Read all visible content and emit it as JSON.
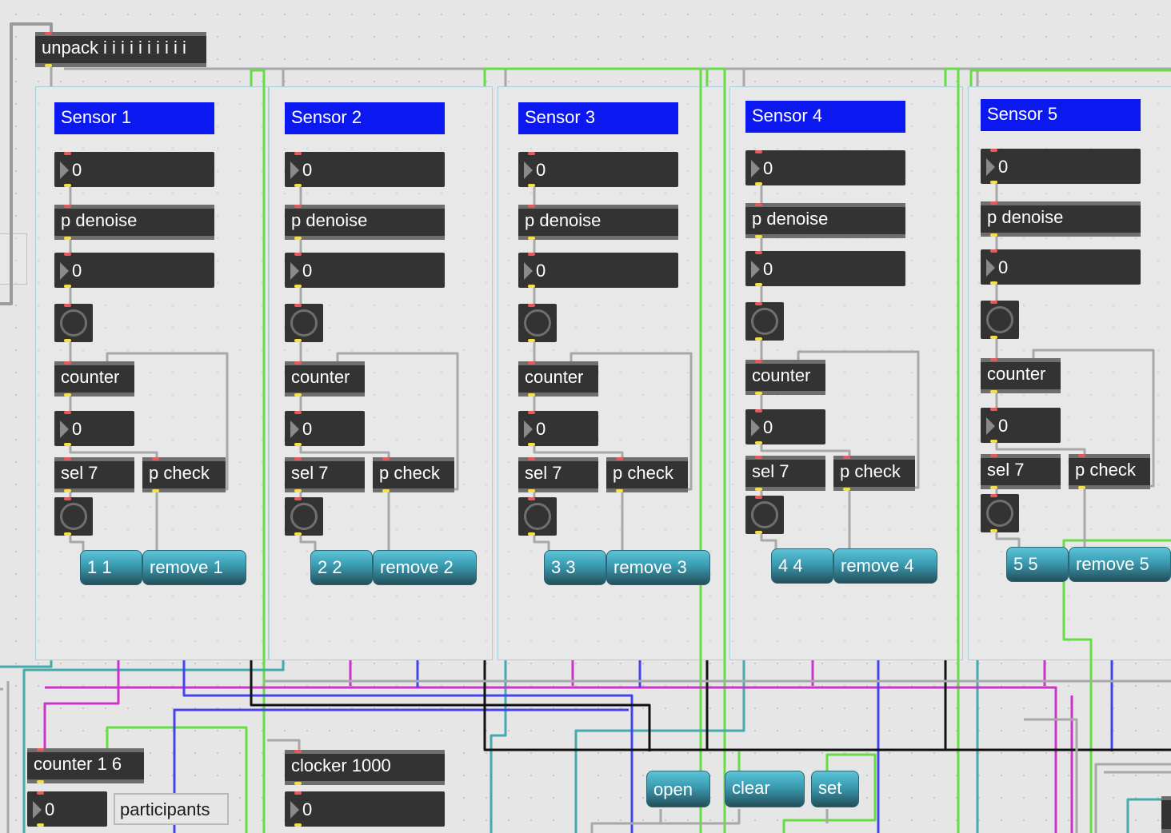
{
  "unpack": {
    "label": "unpack i i i i i i i i i i"
  },
  "sensors": [
    {
      "title": "Sensor 1",
      "in_value": "0",
      "denoise": "p denoise",
      "out_value": "0",
      "counter": "counter",
      "count_value": "0",
      "sel": "sel 7",
      "check": "p check",
      "msg_id": "1 1",
      "msg_remove": "remove 1"
    },
    {
      "title": "Sensor 2",
      "in_value": "0",
      "denoise": "p denoise",
      "out_value": "0",
      "counter": "counter",
      "count_value": "0",
      "sel": "sel 7",
      "check": "p check",
      "msg_id": "2 2",
      "msg_remove": "remove 2"
    },
    {
      "title": "Sensor 3",
      "in_value": "0",
      "denoise": "p denoise",
      "out_value": "0",
      "counter": "counter",
      "count_value": "0",
      "sel": "sel 7",
      "check": "p check",
      "msg_id": "3 3",
      "msg_remove": "remove 3"
    },
    {
      "title": "Sensor 4",
      "in_value": "0",
      "denoise": "p denoise",
      "out_value": "0",
      "counter": "counter",
      "count_value": "0",
      "sel": "sel 7",
      "check": "p check",
      "msg_id": "4 4",
      "msg_remove": "remove 4"
    },
    {
      "title": "Sensor 5",
      "in_value": "0",
      "denoise": "p denoise",
      "out_value": "0",
      "counter": "counter",
      "count_value": "0",
      "sel": "sel 7",
      "check": "p check",
      "msg_id": "5 5",
      "msg_remove": "remove 5"
    }
  ],
  "bottom": {
    "counter_obj": "counter 1 6",
    "counter_value": "0",
    "participants_comment": "participants",
    "clocker_obj": "clocker 1000",
    "clocker_value": "0",
    "open_msg": "open",
    "clear_msg": "clear",
    "set_msg": "set"
  },
  "colors": {
    "canvas": "#e6e6e6",
    "object_bg": "#333333",
    "sensor_title_bg": "#0b19f0",
    "message_bg": "#3a9ab0",
    "cable_gray": "#a8a8a8",
    "cable_green": "#66dd44",
    "cable_magenta": "#cc33cc",
    "cable_blue": "#4444ee",
    "cable_teal": "#44aaaa",
    "cable_black": "#111111"
  }
}
